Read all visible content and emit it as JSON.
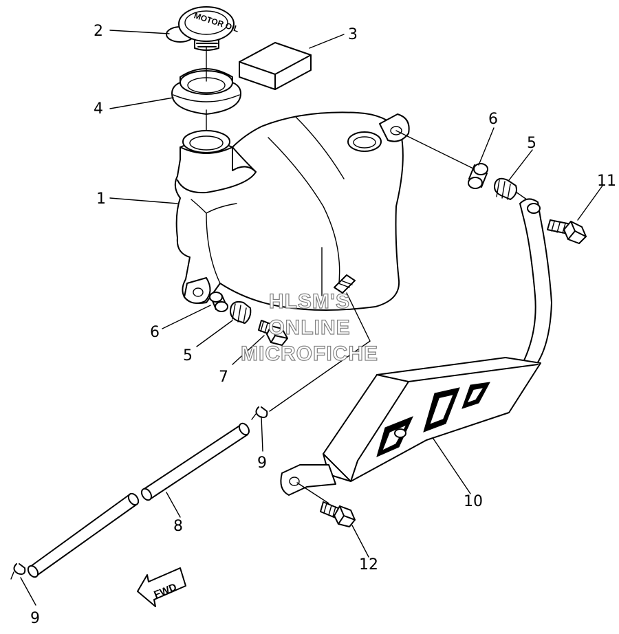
{
  "callouts": {
    "c1": "1",
    "c2": "2",
    "c3": "3",
    "c4": "4",
    "c5a": "5",
    "c5b": "5",
    "c6a": "6",
    "c6b": "6",
    "c7": "7",
    "c8": "8",
    "c9a": "9",
    "c9b": "9",
    "c10": "10",
    "c11": "11",
    "c12": "12"
  },
  "cap_stamp": "MOTOR OIL",
  "fwd_label": "FWD",
  "watermark": {
    "line1": "HLSM'S",
    "line2": "ONLINE",
    "line3": "MICROFICHE"
  }
}
